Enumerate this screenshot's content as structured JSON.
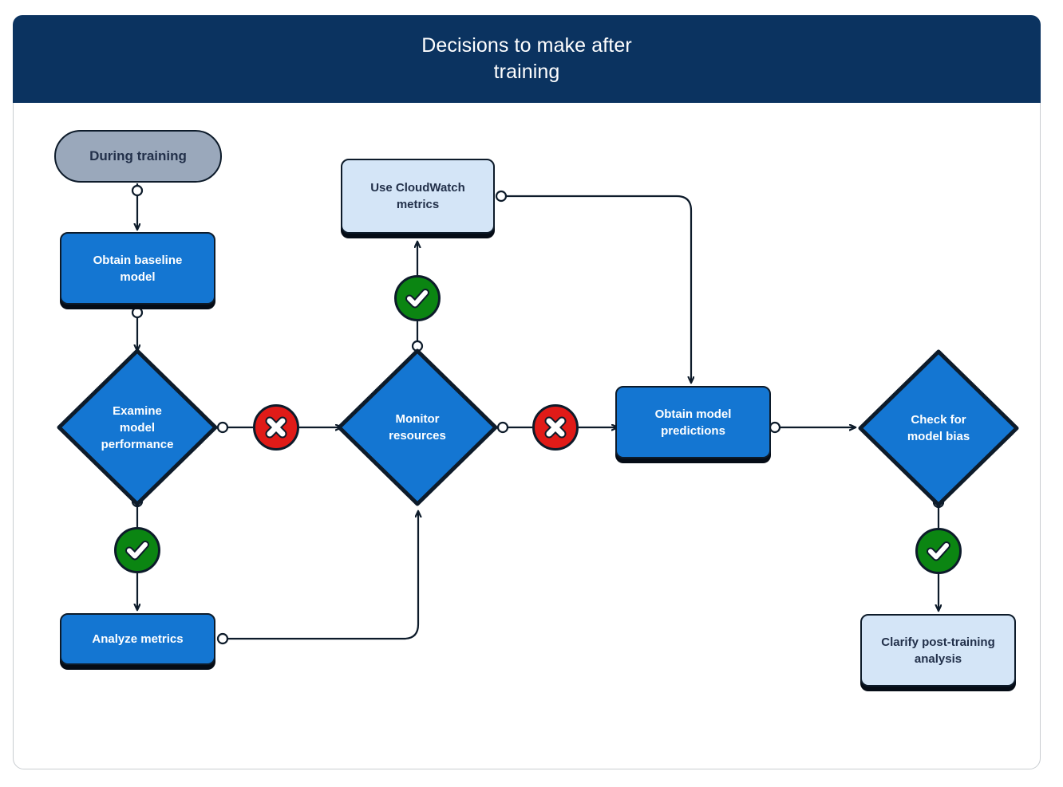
{
  "header": {
    "title": "Decisions to make after\ntraining"
  },
  "colors": {
    "header_bg": "#0b3360",
    "process_blue": "#1476d2",
    "process_light_blue": "#d4e5f7",
    "terminator_gray": "#9aa8bb",
    "stroke_dark": "#0d1b2a",
    "check_green": "#0b8512",
    "cross_red": "#e01b18",
    "card_border": "#c9cdd1",
    "text_white": "#ffffff",
    "text_dark": "#22304a"
  },
  "flowchart": {
    "type": "flowchart",
    "nodes": [
      {
        "id": "during-training",
        "label": "During training",
        "shape": "terminator",
        "fill": "gray"
      },
      {
        "id": "obtain-baseline",
        "label": "Obtain baseline\nmodel",
        "shape": "process",
        "fill": "blue"
      },
      {
        "id": "examine-model",
        "label": "Examine\nmodel\nperformance",
        "shape": "decision",
        "fill": "blue"
      },
      {
        "id": "analyze-metrics",
        "label": "Analyze metrics",
        "shape": "process",
        "fill": "blue"
      },
      {
        "id": "monitor-resources",
        "label": "Monitor\nresources",
        "shape": "decision",
        "fill": "blue"
      },
      {
        "id": "use-cloudwatch",
        "label": "Use CloudWatch\nmetrics",
        "shape": "process",
        "fill": "light-blue"
      },
      {
        "id": "obtain-predictions",
        "label": "Obtain model\npredictions",
        "shape": "process",
        "fill": "blue"
      },
      {
        "id": "check-bias",
        "label": "Check for\nmodel bias",
        "shape": "decision",
        "fill": "blue"
      },
      {
        "id": "clarify-analysis",
        "label": "Clarify post-training\nanalysis",
        "shape": "process",
        "fill": "light-blue"
      }
    ],
    "badges": [
      {
        "id": "badge-examine-no",
        "kind": "cross",
        "icon": "cross-icon",
        "between": [
          "examine-model",
          "monitor-resources"
        ]
      },
      {
        "id": "badge-examine-yes",
        "kind": "check",
        "icon": "check-icon",
        "between": [
          "examine-model",
          "analyze-metrics"
        ]
      },
      {
        "id": "badge-monitor-yes",
        "kind": "check",
        "icon": "check-icon",
        "between": [
          "monitor-resources",
          "use-cloudwatch"
        ]
      },
      {
        "id": "badge-monitor-no",
        "kind": "cross",
        "icon": "cross-icon",
        "between": [
          "monitor-resources",
          "obtain-predictions"
        ]
      },
      {
        "id": "badge-bias-yes",
        "kind": "check",
        "icon": "check-icon",
        "between": [
          "check-bias",
          "clarify-analysis"
        ]
      }
    ],
    "edges": [
      {
        "from": "during-training",
        "to": "obtain-baseline"
      },
      {
        "from": "obtain-baseline",
        "to": "examine-model"
      },
      {
        "from": "examine-model",
        "to": "monitor-resources",
        "via": "badge-examine-no"
      },
      {
        "from": "examine-model",
        "to": "analyze-metrics",
        "via": "badge-examine-yes"
      },
      {
        "from": "analyze-metrics",
        "to": "monitor-resources"
      },
      {
        "from": "monitor-resources",
        "to": "use-cloudwatch",
        "via": "badge-monitor-yes"
      },
      {
        "from": "monitor-resources",
        "to": "obtain-predictions",
        "via": "badge-monitor-no"
      },
      {
        "from": "use-cloudwatch",
        "to": "obtain-predictions"
      },
      {
        "from": "obtain-predictions",
        "to": "check-bias"
      },
      {
        "from": "check-bias",
        "to": "clarify-analysis",
        "via": "badge-bias-yes"
      }
    ]
  }
}
